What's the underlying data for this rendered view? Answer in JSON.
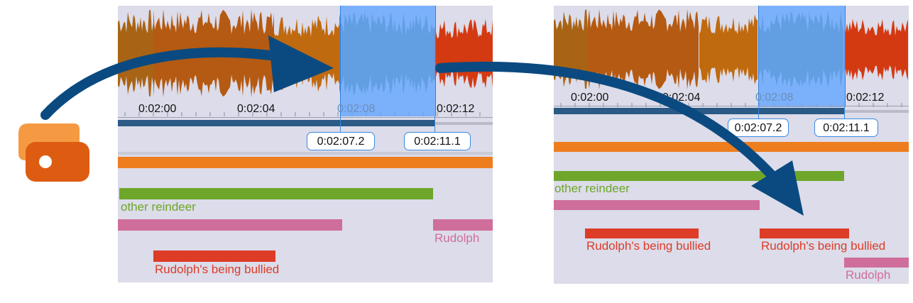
{
  "colors": {
    "panel_bg": "#dcdcea",
    "selection": "#60a4ff",
    "arrow": "#0a4a80",
    "orange_bar": "#ee7d1e",
    "green_bar": "#6ea62a",
    "pink_bar": "#cf6e9a",
    "red_bar": "#dd3c27",
    "green_text": "#6ea62a",
    "red_text": "#dd3c27",
    "pink_text": "#cf6e9a"
  },
  "icon": {
    "name": "app-window-icon"
  },
  "left_panel": {
    "timestamps": [
      "0:02:00",
      "0:02:04",
      "0:02:08",
      "0:02:12"
    ],
    "selection_start": "0:02:07.2",
    "selection_end": "0:02:11.1",
    "labels": {
      "green": "other reindeer",
      "pink": "Rudolph",
      "red": "Rudolph's being bullied"
    }
  },
  "right_panel": {
    "timestamps": [
      "0:02:00",
      "0:02:04",
      "0:02:08",
      "0:02:12"
    ],
    "selection_start": "0:02:07.2",
    "selection_end": "0:02:11.1",
    "labels": {
      "green": "other reindeer",
      "red_1": "Rudolph's being bullied",
      "red_2": "Rudolph's being bullied",
      "pink": "Rudolph"
    }
  }
}
